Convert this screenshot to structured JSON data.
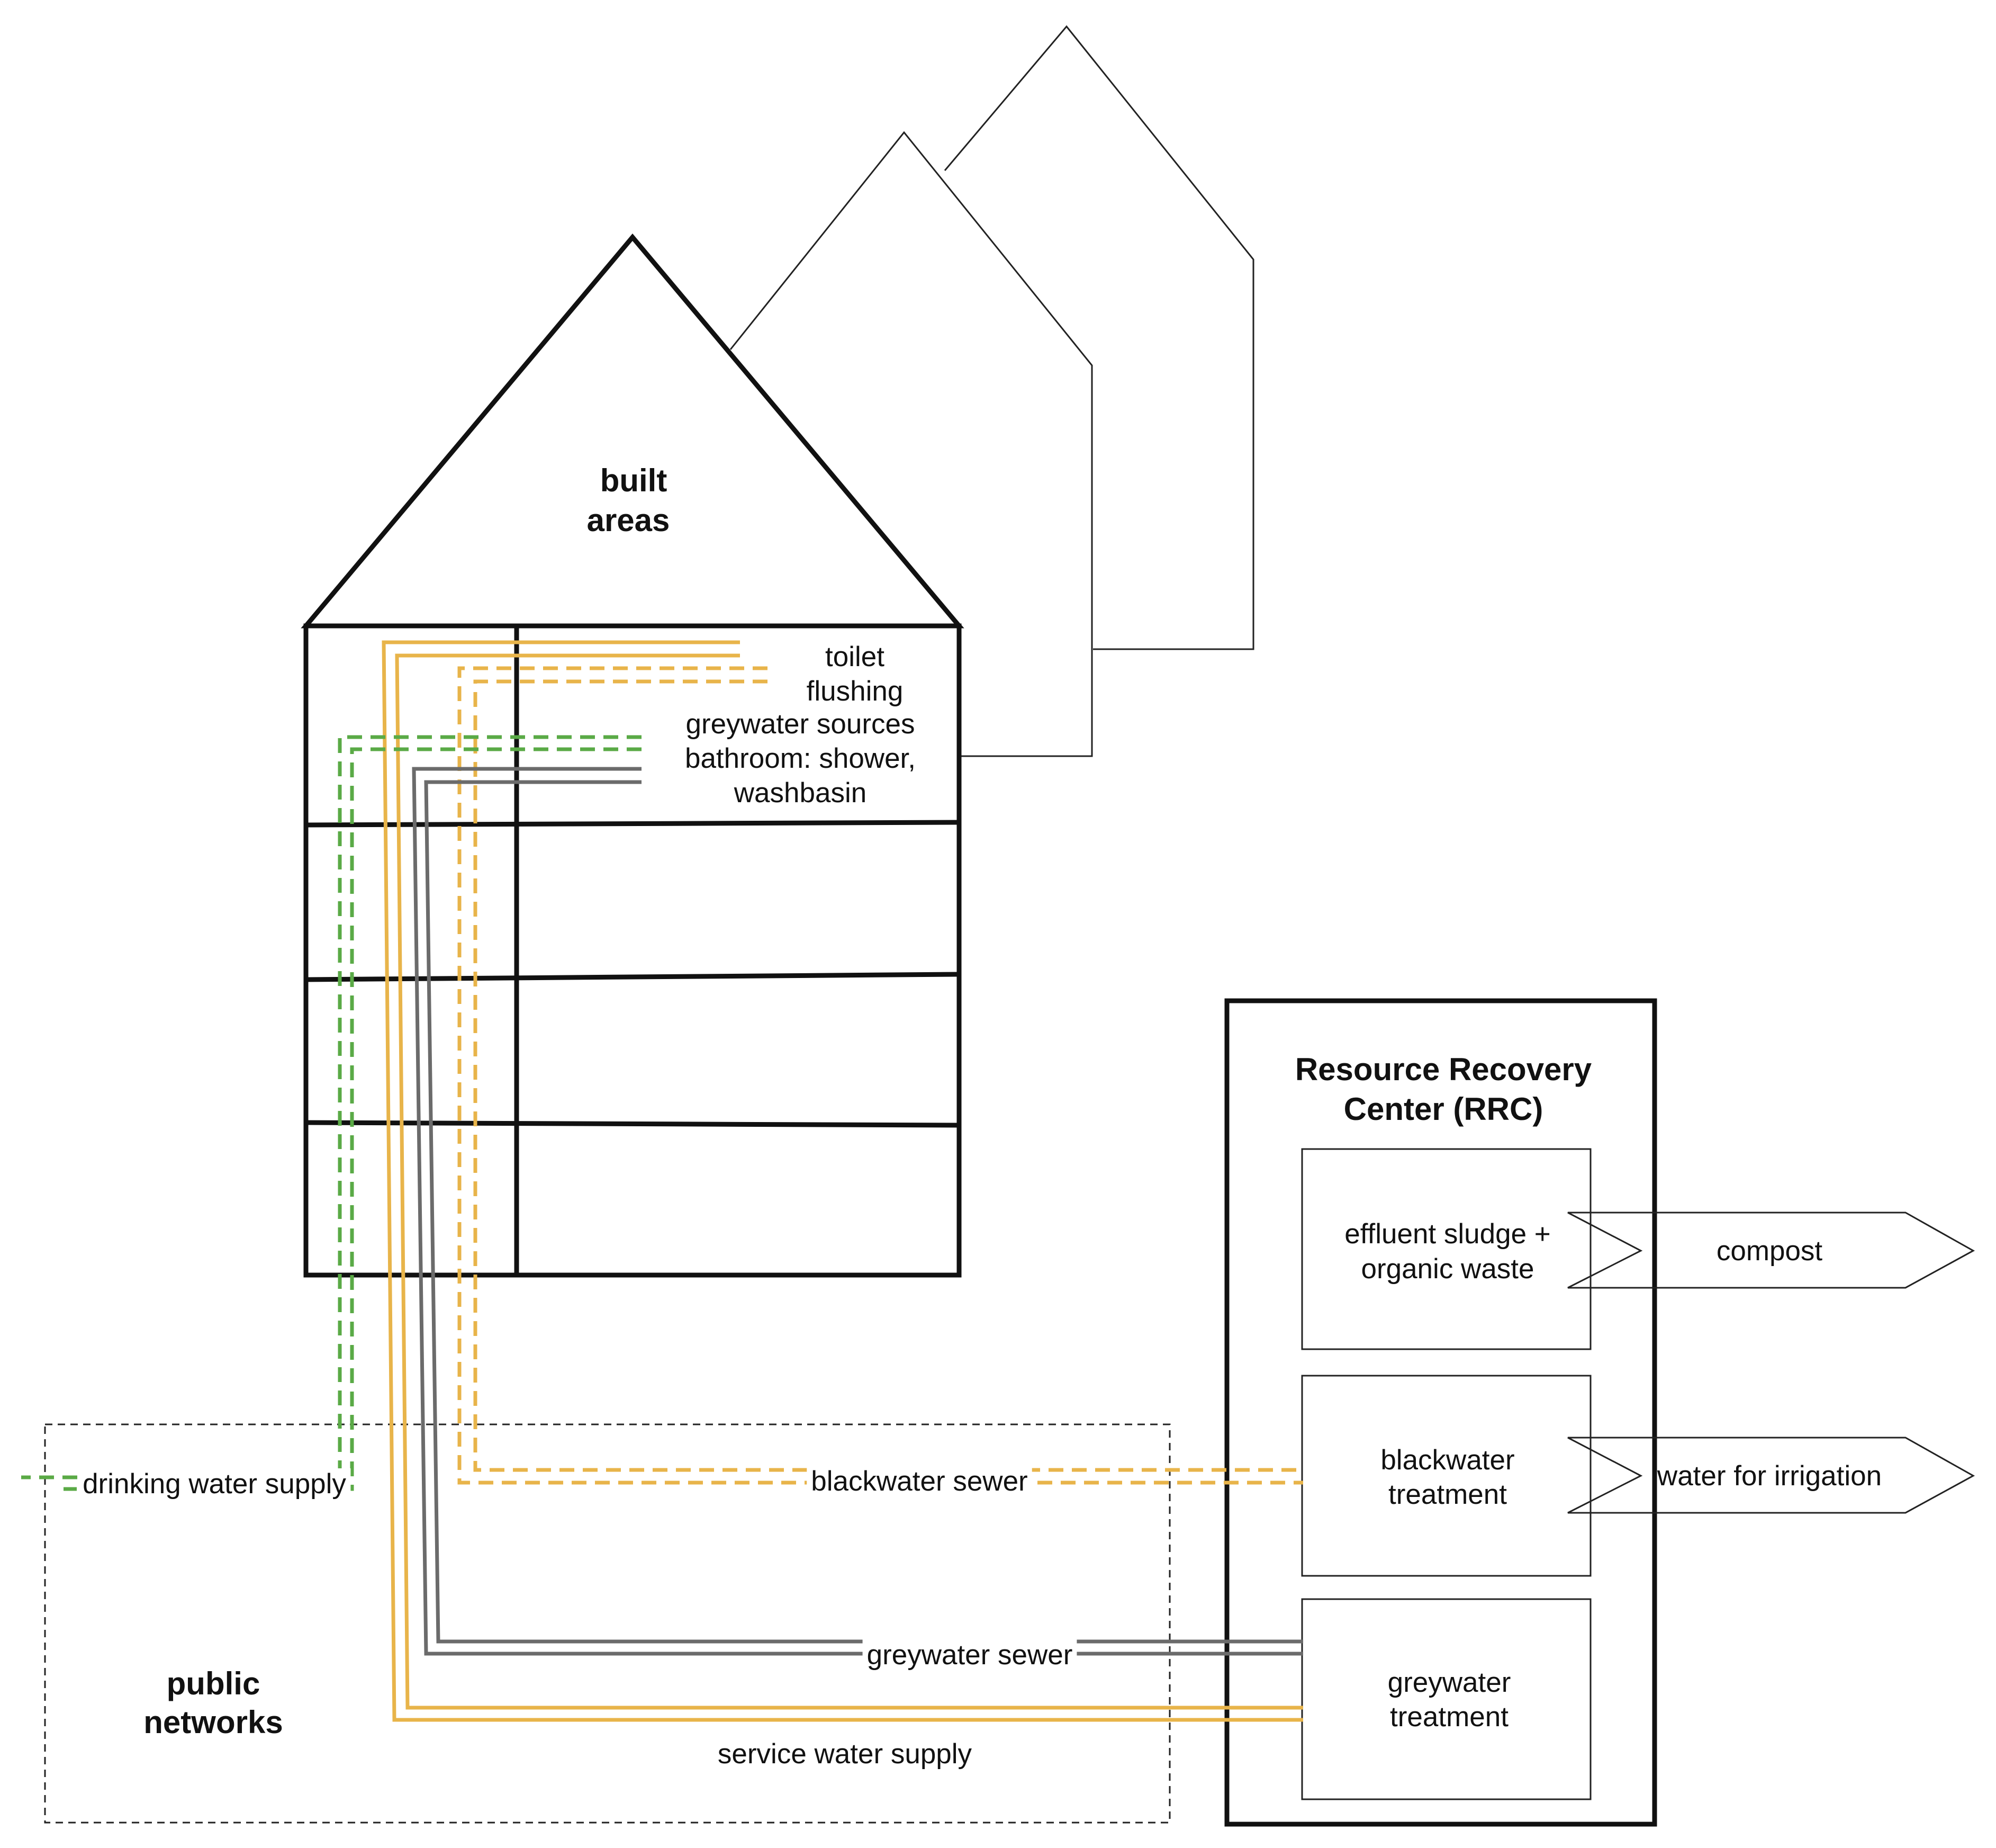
{
  "colors": {
    "service_water": "#e8b44a",
    "drinking_water": "#5aaa46",
    "greywater": "#6b6b6b",
    "outline": "#111111"
  },
  "labels": {
    "built_areas_line1": "built",
    "built_areas_line2": "areas",
    "toilet_line1": "toilet",
    "toilet_line2": "flushing",
    "greywater_sources_line1": "greywater sources",
    "greywater_sources_line2": "bathroom: shower,",
    "greywater_sources_line3": "washbasin",
    "public_networks_line1": "public",
    "public_networks_line2": "networks",
    "drinking_water_supply": "drinking water supply",
    "blackwater_sewer": "blackwater sewer",
    "greywater_sewer": "greywater sewer",
    "service_water_supply": "service water supply",
    "rrc_line1": "Resource Recovery",
    "rrc_line2": "Center (RRC)",
    "effluent_line1": "effluent sludge +",
    "effluent_line2": "organic waste",
    "blackwater_treatment_line1": "blackwater",
    "blackwater_treatment_line2": "treatment",
    "greywater_treatment_line1": "greywater",
    "greywater_treatment_line2": "treatment",
    "compost": "compost",
    "water_for_irrigation": "water for irrigation"
  }
}
